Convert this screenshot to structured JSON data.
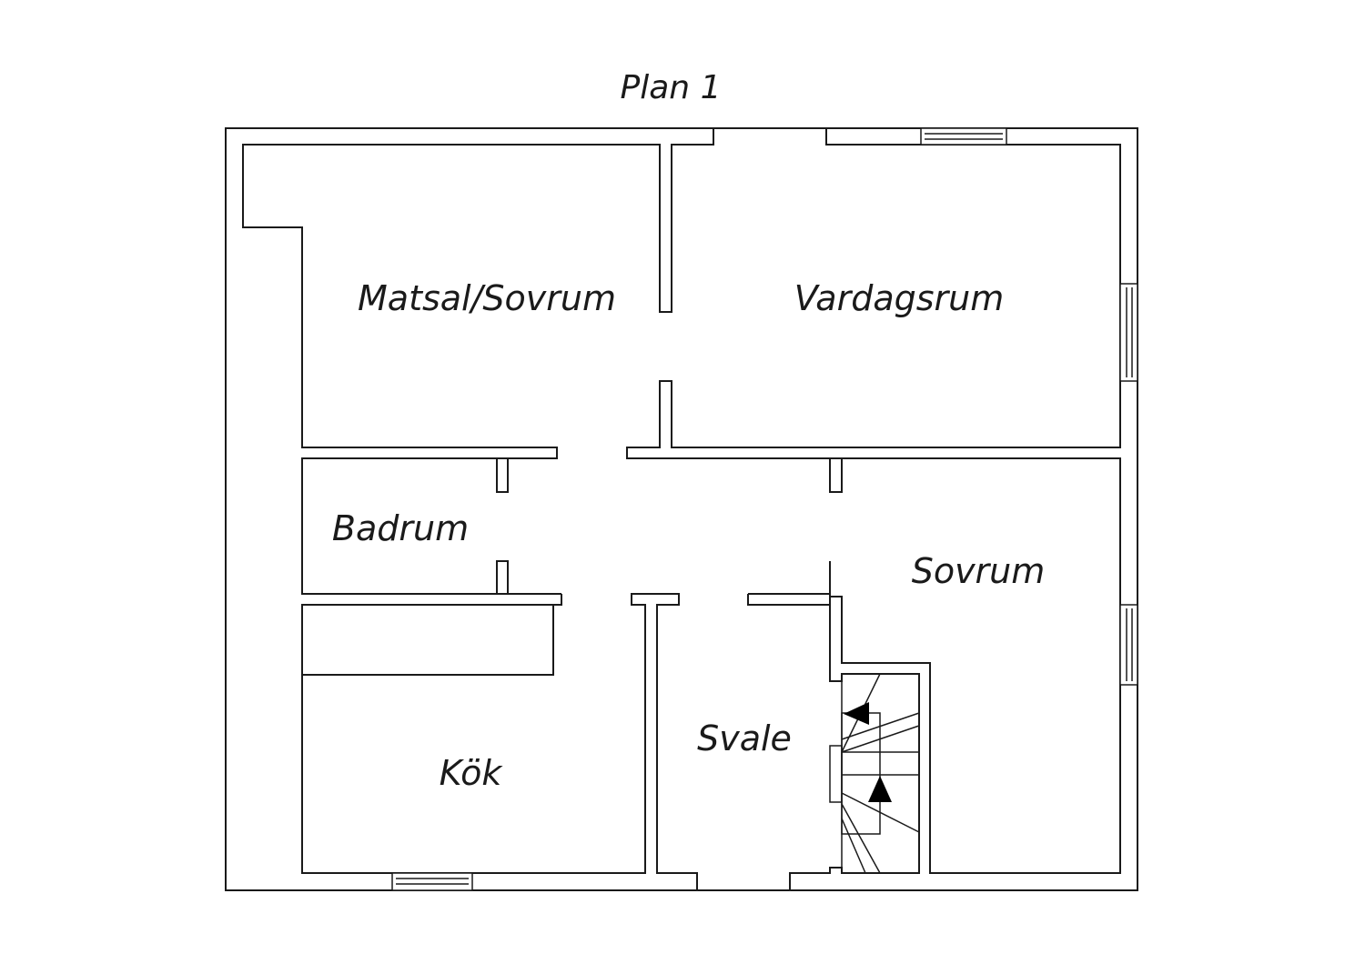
{
  "title": "Plan 1",
  "rooms": {
    "matsal": "Matsal/Sovrum",
    "vardagsrum": "Vardagsrum",
    "badrum": "Badrum",
    "sovrum": "Sovrum",
    "kok": "Kök",
    "svale": "Svale"
  },
  "colors": {
    "line": "#1a1a1a",
    "background": "#ffffff",
    "arrow": "#000000"
  }
}
